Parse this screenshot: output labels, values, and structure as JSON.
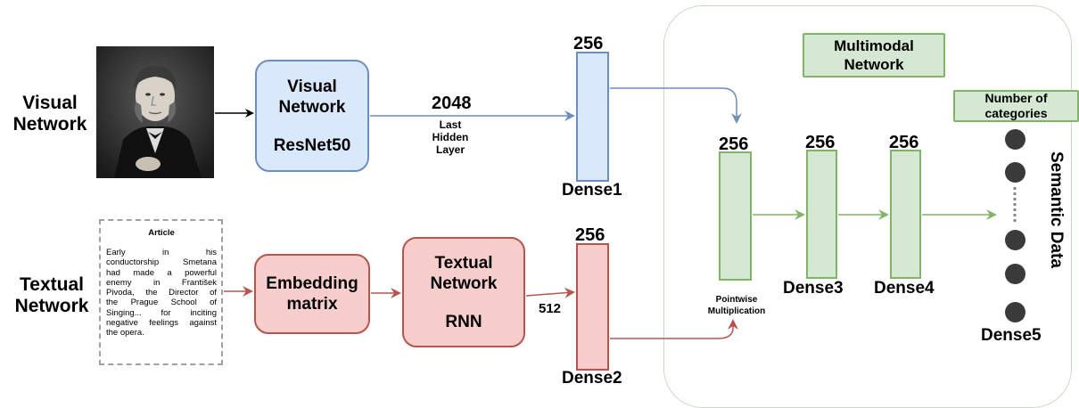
{
  "visual_network": {
    "side_label_line1": "Visual",
    "side_label_line2": "Network",
    "box_line1": "Visual",
    "box_line2": "Network",
    "box_model": "ResNet50",
    "output_size": "2048",
    "output_desc_line1": "Last",
    "output_desc_line2": "Hidden",
    "output_desc_line3": "Layer"
  },
  "textual_network": {
    "side_label_line1": "Textual",
    "side_label_line2": "Network",
    "embedding_line1": "Embedding",
    "embedding_line2": "matrix",
    "box_line1": "Textual",
    "box_line2": "Network",
    "box_model": "RNN",
    "output_size": "512"
  },
  "article": {
    "title": "Article",
    "lines": [
      "Early in his",
      "conductorship Smetana",
      "had made a powerful",
      "enemy in František",
      "Pivoda, the Director of",
      "the Prague School of",
      "Singing... for inciting",
      "negative feelings against",
      "the opera."
    ]
  },
  "dense_layers": {
    "dense1": {
      "size": "256",
      "label": "Dense1"
    },
    "dense2": {
      "size": "256",
      "label": "Dense2"
    },
    "pointwise": {
      "size": "256"
    },
    "dense3": {
      "size": "256",
      "label": "Dense3"
    },
    "dense4": {
      "size": "256",
      "label": "Dense4"
    },
    "dense5": {
      "label": "Dense5"
    }
  },
  "multimodal": {
    "title_line1": "Multimodal",
    "title_line2": "Network",
    "pointwise_line1": "Pointwise",
    "pointwise_line2": "Multiplication",
    "categories_line1": "Number of",
    "categories_line2": "categories",
    "semantic_label": "Semantic Data"
  },
  "colors": {
    "blue_fill": "#dae8fc",
    "blue_stroke": "#6c8ebf",
    "red_fill": "#f8cecc",
    "red_stroke": "#b85450",
    "green_fill": "#d5e8d4",
    "green_stroke": "#82b366"
  }
}
